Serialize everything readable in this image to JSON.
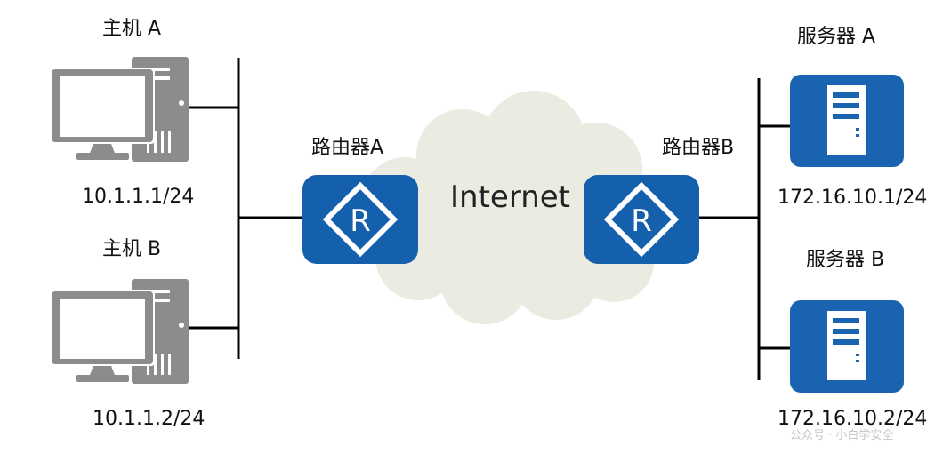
{
  "hosts": [
    {
      "name": "主机 A",
      "ip": "10.1.1.1/24",
      "icon": "desktop-computer-icon"
    },
    {
      "name": "主机 B",
      "ip": "10.1.1.2/24",
      "icon": "desktop-computer-icon"
    }
  ],
  "routers": [
    {
      "name": "路由器A",
      "glyph": "R",
      "icon": "router-icon"
    },
    {
      "name": "路由器B",
      "glyph": "R",
      "icon": "router-icon"
    }
  ],
  "servers": [
    {
      "name": "服务器 A",
      "ip": "172.16.10.1/24",
      "icon": "server-icon"
    },
    {
      "name": "服务器 B",
      "ip": "172.16.10.2/24",
      "icon": "server-icon"
    }
  ],
  "network": {
    "label": "Internet",
    "icon": "cloud-icon"
  },
  "watermark": "公众号 · 小白学安全",
  "colors": {
    "router_fill": "#1560ad",
    "server_fill": "#1a63b0",
    "computer_gray": "#8c8c8c",
    "cloud_fill": "#ecebe2",
    "line": "#000000"
  }
}
